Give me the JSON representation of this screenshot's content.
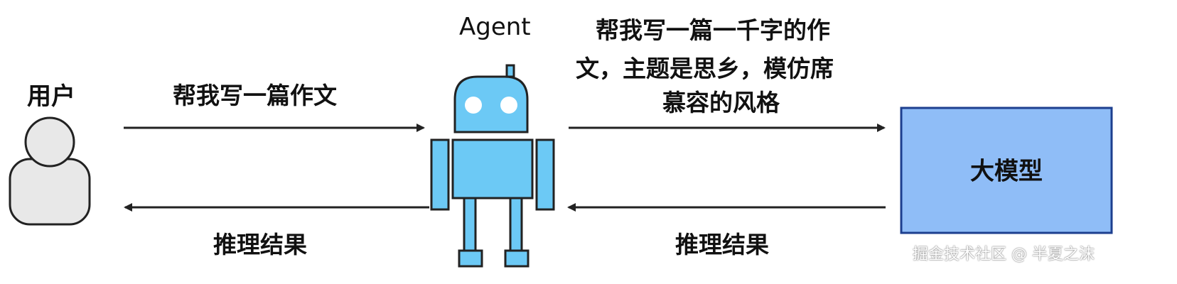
{
  "nodes": {
    "user": {
      "label": "用户"
    },
    "agent": {
      "label": "Agent"
    },
    "model": {
      "label": "大模型"
    }
  },
  "edges": {
    "user_to_agent": "帮我写一篇作文",
    "agent_to_user": "推理结果",
    "agent_to_model_lines": [
      "帮我写一篇一千字的作",
      "文，主题是思乡，模仿席",
      "慕容的风格"
    ],
    "model_to_agent": "推理结果"
  },
  "watermark": "掘金技术社区 @ 半夏之沫",
  "colors": {
    "robot_fill": "#6cc9f5",
    "model_fill": "#8fbdf7",
    "model_stroke": "#1d3f8f",
    "person_fill": "#e8e8e8",
    "stroke": "#222222"
  }
}
